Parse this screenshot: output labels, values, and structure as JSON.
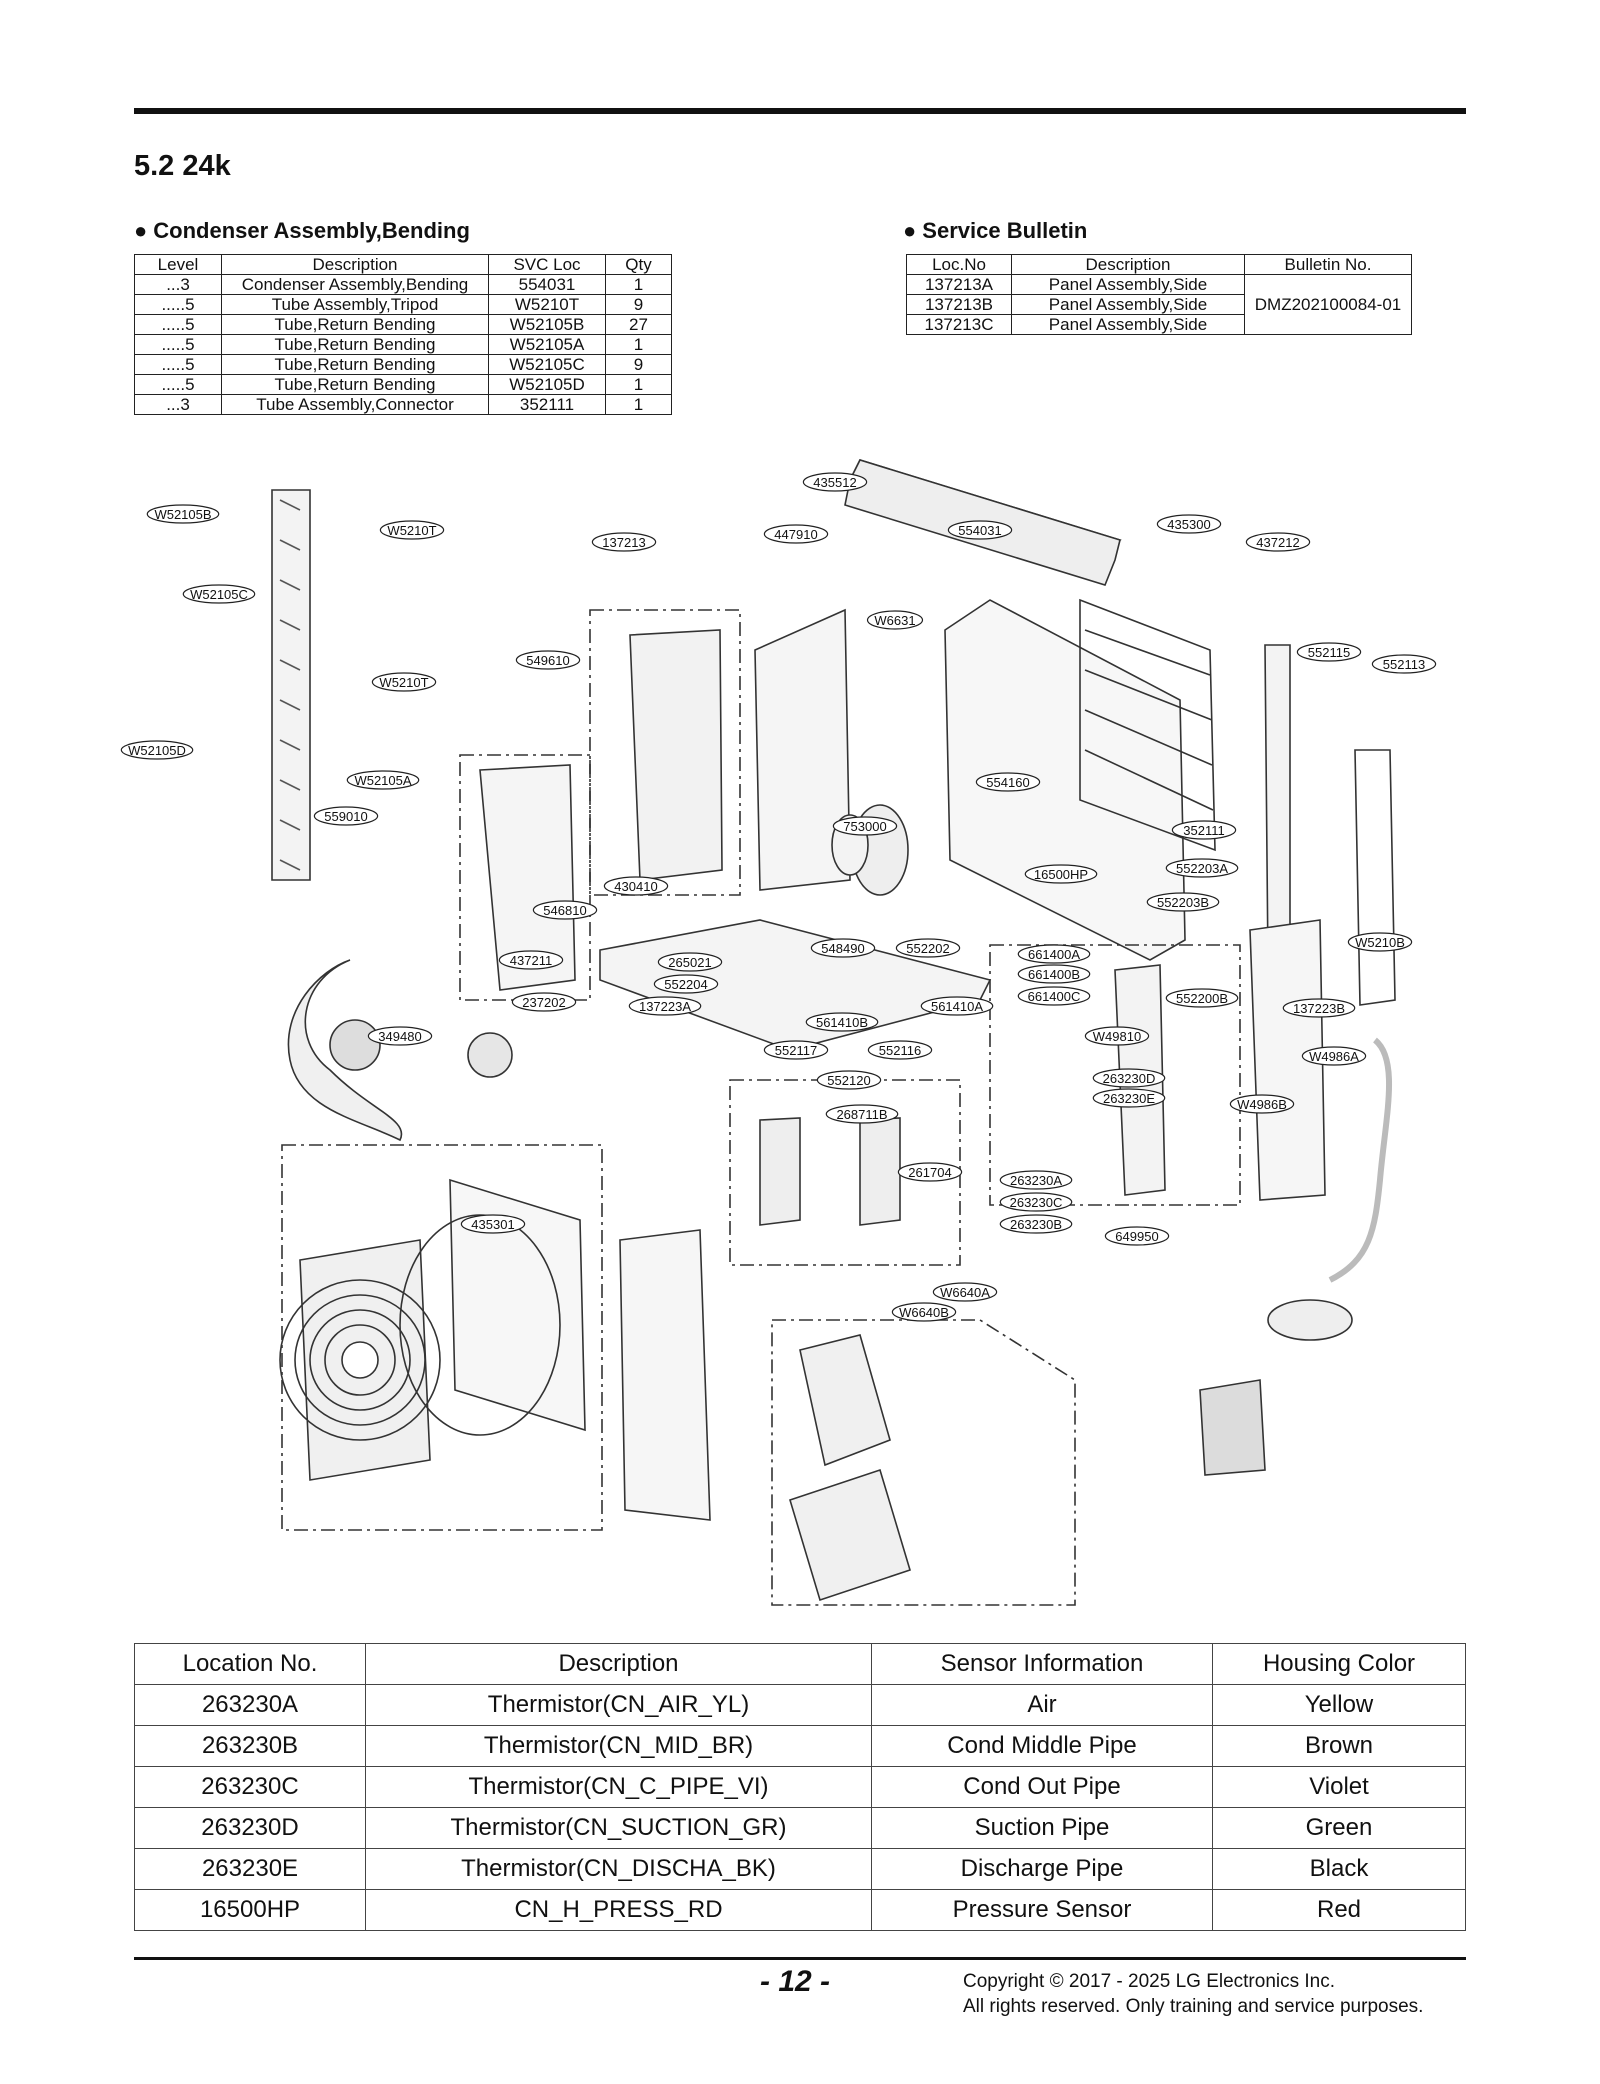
{
  "section_title": "5.2 24k",
  "condenser": {
    "heading": "Condenser Assembly,Bending",
    "columns": [
      "Level",
      "Description",
      "SVC Loc",
      "Qty"
    ],
    "rows": [
      [
        "...3",
        "Condenser Assembly,Bending",
        "554031",
        "1"
      ],
      [
        ".....5",
        "Tube Assembly,Tripod",
        "W5210T",
        "9"
      ],
      [
        ".....5",
        "Tube,Return Bending",
        "W52105B",
        "27"
      ],
      [
        ".....5",
        "Tube,Return Bending",
        "W52105A",
        "1"
      ],
      [
        ".....5",
        "Tube,Return Bending",
        "W52105C",
        "9"
      ],
      [
        ".....5",
        "Tube,Return Bending",
        "W52105D",
        "1"
      ],
      [
        "...3",
        "Tube Assembly,Connector",
        "352111",
        "1"
      ]
    ]
  },
  "bulletin": {
    "heading": "Service Bulletin",
    "columns": [
      "Loc.No",
      "Description",
      "Bulletin No."
    ],
    "rows": [
      [
        "137213A",
        "Panel Assembly,Side"
      ],
      [
        "137213B",
        "Panel Assembly,Side"
      ],
      [
        "137213C",
        "Panel Assembly,Side"
      ]
    ],
    "bulletin_no": "DMZ202100084-01"
  },
  "diagram": {
    "labels": [
      "435512",
      "W52105B",
      "W5210T",
      "137213",
      "447910",
      "554031",
      "435300",
      "437212",
      "W52105C",
      "W6631",
      "549610",
      "552115",
      "552113",
      "W5210T",
      "W52105D",
      "W52105A",
      "554160",
      "559010",
      "753000",
      "352111",
      "16500HP",
      "552203A",
      "430410",
      "552203B",
      "546810",
      "W5210B",
      "661400A",
      "661400B",
      "661400C",
      "552200B",
      "437211",
      "265021",
      "548490",
      "552202",
      "552204",
      "237202",
      "137223A",
      "561410B",
      "561410A",
      "137223B",
      "349480",
      "552117",
      "552116",
      "W49810",
      "W4986A",
      "552120",
      "263230D",
      "263230E",
      "W4986B",
      "268711B",
      "261704",
      "263230A",
      "263230C",
      "263230B",
      "649950",
      "435301",
      "W6640A",
      "W6640B"
    ]
  },
  "sensors": {
    "columns": [
      "Location No.",
      "Description",
      "Sensor Information",
      "Housing Color"
    ],
    "rows": [
      [
        "263230A",
        "Thermistor(CN_AIR_YL)",
        "Air",
        "Yellow"
      ],
      [
        "263230B",
        "Thermistor(CN_MID_BR)",
        "Cond Middle Pipe",
        "Brown"
      ],
      [
        "263230C",
        "Thermistor(CN_C_PIPE_VI)",
        "Cond Out Pipe",
        "Violet"
      ],
      [
        "263230D",
        "Thermistor(CN_SUCTION_GR)",
        "Suction Pipe",
        "Green"
      ],
      [
        "263230E",
        "Thermistor(CN_DISCHA_BK)",
        "Discharge Pipe",
        "Black"
      ],
      [
        "16500HP",
        "CN_H_PRESS_RD",
        "Pressure Sensor",
        "Red"
      ]
    ]
  },
  "footer": {
    "page_number": "- 12 -",
    "copyright_line1": "Copyright © 2017 - 2025 LG Electronics Inc.",
    "copyright_line2": "All rights reserved. Only training and service purposes."
  }
}
